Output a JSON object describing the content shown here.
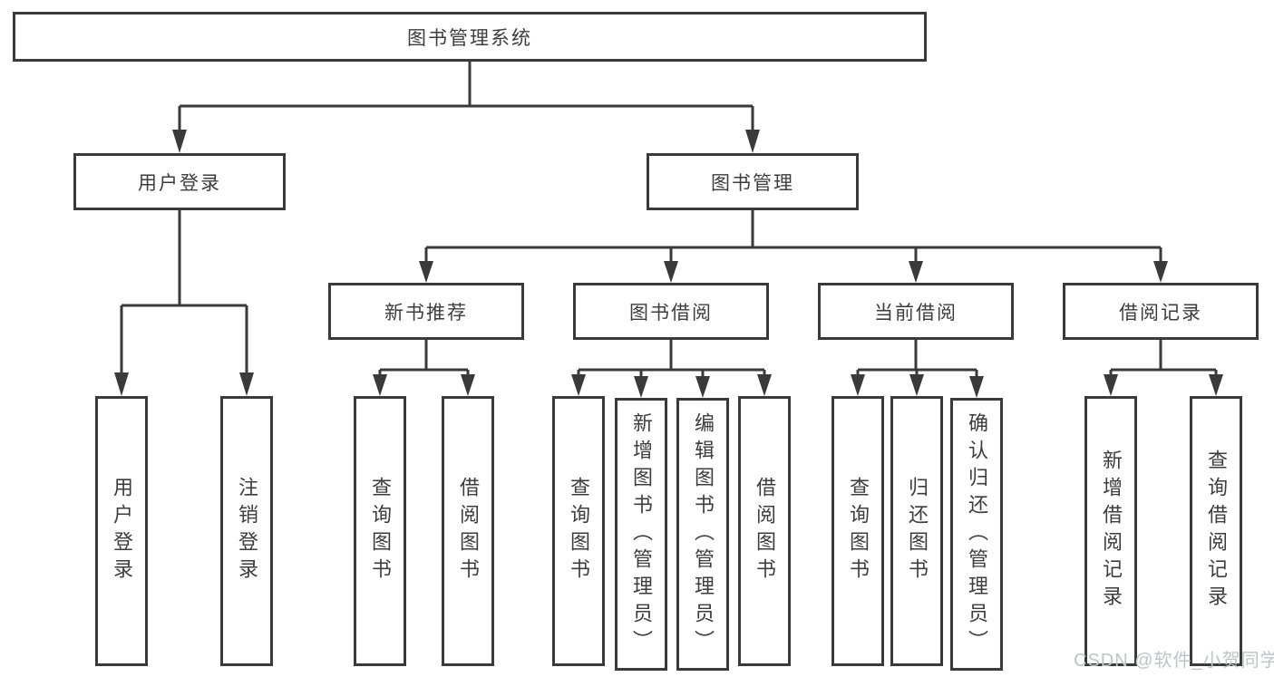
{
  "colors": {
    "line": "#3a3a3a",
    "text": "#3d3d3d",
    "background": "#ffffff",
    "watermark": "#c0c3c8"
  },
  "diagram": {
    "title": "图书管理系统",
    "level2": [
      {
        "label": "用户登录"
      },
      {
        "label": "图书管理"
      }
    ],
    "level3": [
      {
        "parent": "图书管理",
        "label": "新书推荐"
      },
      {
        "parent": "图书管理",
        "label": "图书借阅"
      },
      {
        "parent": "图书管理",
        "label": "当前借阅"
      },
      {
        "parent": "图书管理",
        "label": "借阅记录"
      }
    ],
    "leaves": [
      {
        "parent": "用户登录",
        "label": "用户登录"
      },
      {
        "parent": "用户登录",
        "label": "注销登录"
      },
      {
        "parent": "新书推荐",
        "label": "查询图书"
      },
      {
        "parent": "新书推荐",
        "label": "借阅图书"
      },
      {
        "parent": "图书借阅",
        "label": "查询图书"
      },
      {
        "parent": "图书借阅",
        "label": "新增图书（管理员）"
      },
      {
        "parent": "图书借阅",
        "label": "编辑图书（管理员）"
      },
      {
        "parent": "图书借阅",
        "label": "借阅图书"
      },
      {
        "parent": "当前借阅",
        "label": "查询图书"
      },
      {
        "parent": "当前借阅",
        "label": "归还图书"
      },
      {
        "parent": "当前借阅",
        "label": "确认归还（管理员）"
      },
      {
        "parent": "借阅记录",
        "label": "新增借阅记录"
      },
      {
        "parent": "借阅记录",
        "label": "查询借阅记录"
      }
    ]
  },
  "watermark": {
    "text": "CSDN @软件_小贺同学"
  }
}
